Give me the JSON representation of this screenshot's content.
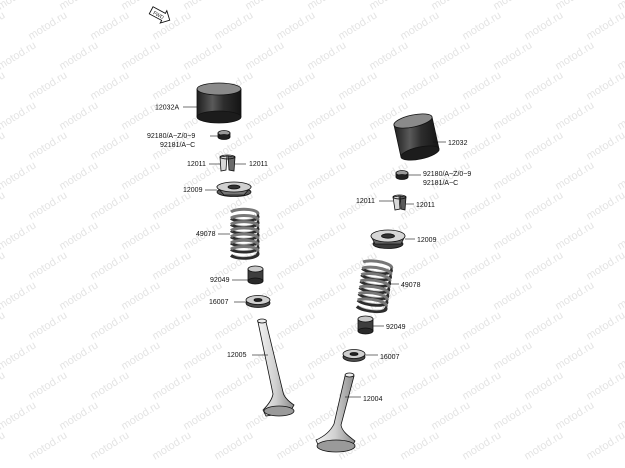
{
  "watermark": "motod.ru",
  "fwd_label": "FWD",
  "colors": {
    "line": "#111111",
    "part_dark": "#3c3c3c",
    "part_light": "#e2e2e2",
    "watermark": "#e4e4e4"
  },
  "left_labels": {
    "p12032a": "12032A",
    "p92180": "92180/A~Z/0~9",
    "p92181": "92181/A~C",
    "p12011a": "12011",
    "p12011b": "12011",
    "p12009": "12009",
    "p49078": "49078",
    "p92049": "92049",
    "p16007": "16007",
    "p12005": "12005"
  },
  "right_labels": {
    "p12032": "12032",
    "p92180": "92180/A~Z/0~9",
    "p92181": "92181/A~C",
    "p12011a": "12011",
    "p12011b": "12011",
    "p12009": "12009",
    "p49078": "49078",
    "p92049": "92049",
    "p16007": "16007",
    "p12004": "12004"
  }
}
